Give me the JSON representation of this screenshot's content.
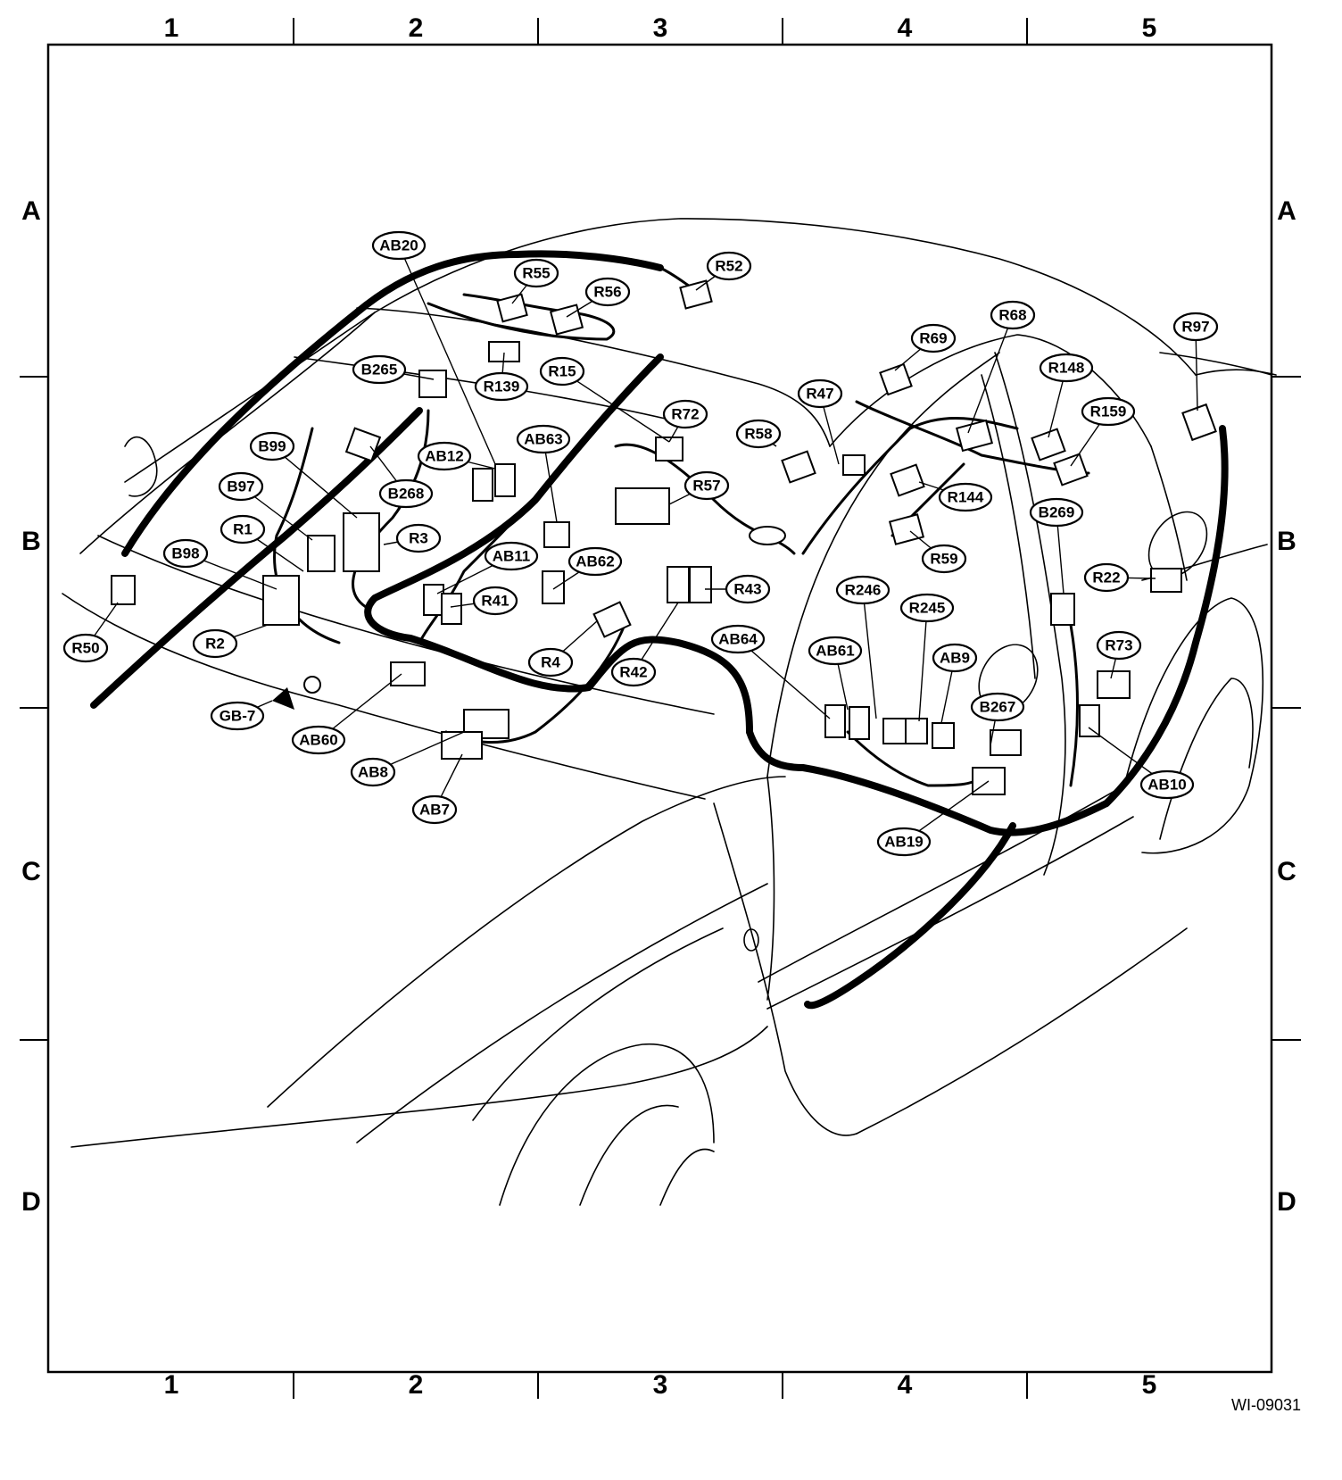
{
  "grid": {
    "columns": [
      "1",
      "2",
      "3",
      "4",
      "5"
    ],
    "rows": [
      "A",
      "B",
      "C",
      "D"
    ]
  },
  "reference_code": "WI-09031",
  "connectors": [
    {
      "id": "AB20"
    },
    {
      "id": "R55"
    },
    {
      "id": "R52"
    },
    {
      "id": "R56"
    },
    {
      "id": "R139"
    },
    {
      "id": "R15"
    },
    {
      "id": "B265"
    },
    {
      "id": "R68"
    },
    {
      "id": "R69"
    },
    {
      "id": "R97"
    },
    {
      "id": "R148"
    },
    {
      "id": "R47"
    },
    {
      "id": "R72"
    },
    {
      "id": "R58"
    },
    {
      "id": "R159"
    },
    {
      "id": "AB12"
    },
    {
      "id": "AB63"
    },
    {
      "id": "B99"
    },
    {
      "id": "B268"
    },
    {
      "id": "R57"
    },
    {
      "id": "R144"
    },
    {
      "id": "B97"
    },
    {
      "id": "R1"
    },
    {
      "id": "R3"
    },
    {
      "id": "B269"
    },
    {
      "id": "AB11"
    },
    {
      "id": "AB62"
    },
    {
      "id": "R59"
    },
    {
      "id": "B98"
    },
    {
      "id": "R22"
    },
    {
      "id": "R41"
    },
    {
      "id": "R43"
    },
    {
      "id": "R246"
    },
    {
      "id": "R245"
    },
    {
      "id": "R50"
    },
    {
      "id": "R2"
    },
    {
      "id": "R4"
    },
    {
      "id": "AB64"
    },
    {
      "id": "AB61"
    },
    {
      "id": "AB9"
    },
    {
      "id": "R73"
    },
    {
      "id": "R42"
    },
    {
      "id": "GB-7"
    },
    {
      "id": "B267"
    },
    {
      "id": "AB60"
    },
    {
      "id": "AB8"
    },
    {
      "id": "AB10"
    },
    {
      "id": "AB7"
    },
    {
      "id": "AB19"
    }
  ]
}
